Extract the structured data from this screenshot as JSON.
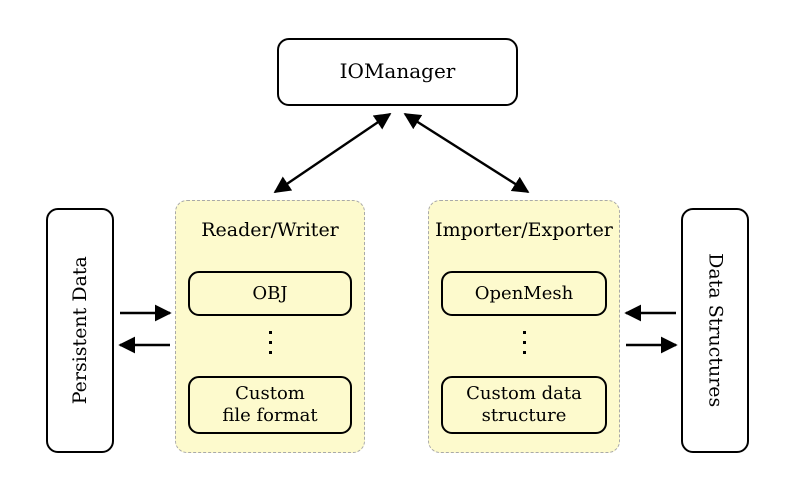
{
  "diagram": {
    "title_node": {
      "label": "IOManager"
    },
    "left_endpoint": {
      "label": "Persistent Data"
    },
    "right_endpoint": {
      "label": "Data Structures"
    },
    "groups": [
      {
        "title": "Reader/Writer",
        "top_item": "OBJ",
        "ellipsis": "⋮",
        "bottom_item_line1": "Custom",
        "bottom_item_line2": "file format"
      },
      {
        "title": "Importer/Exporter",
        "top_item": "OpenMesh",
        "ellipsis": "⋮",
        "bottom_item_line1": "Custom data",
        "bottom_item_line2": "structure"
      }
    ],
    "connections": [
      {
        "name": "iomanager-to-readerwriter",
        "style": "double-headed-diagonal"
      },
      {
        "name": "iomanager-to-importerexporter",
        "style": "double-headed-diagonal"
      },
      {
        "name": "persistent-data-to-readerwriter",
        "style": "single-headed-right"
      },
      {
        "name": "readerwriter-to-persistent-data",
        "style": "single-headed-left"
      },
      {
        "name": "data-structures-to-importerexporter",
        "style": "single-headed-left"
      },
      {
        "name": "importerexporter-to-data-structures",
        "style": "single-headed-right"
      }
    ],
    "colors": {
      "group_fill": "#fdfacd",
      "group_border": "#a9a9a9",
      "node_border": "#000000",
      "background": "#ffffff"
    }
  }
}
